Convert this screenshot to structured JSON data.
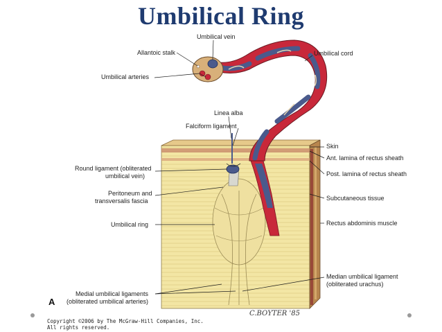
{
  "slide": {
    "title": "Umbilical Ring"
  },
  "figure": {
    "panel_letter": "A",
    "signature": "C.BOYTER '85",
    "copyright_line1": "Copyright ©2006 by The McGraw-Hill Companies, Inc.",
    "copyright_line2": "All rights reserved.",
    "labels": {
      "umbilical_vein": "Umbilical vein",
      "allantoic_stalk": "Allantoic stalk",
      "umbilical_cord": "Umbilical cord",
      "umbilical_arteries": "Umbilical arteries",
      "linea_alba": "Linea alba",
      "falciform_ligament": "Falciform ligament",
      "skin": "Skin",
      "ant_lamina": "Ant. lamina of rectus sheath",
      "round_ligament_1": "Round ligament (obliterated",
      "round_ligament_2": "umbilical vein)",
      "post_lamina": "Post. lamina of rectus sheath",
      "peritoneum_1": "Peritoneum and",
      "peritoneum_2": "transversalis fascia",
      "subcutaneous": "Subcutaneous tissue",
      "umbilical_ring": "Umbilical ring",
      "rectus_abdominis": "Rectus abdominis muscle",
      "median_lig_1": "Median umbilical ligament",
      "median_lig_2": "(obliterated urachus)",
      "medial_lig_1": "Medial umbilical ligaments",
      "medial_lig_2": "(obliterated umbilical arteries)"
    }
  },
  "colors": {
    "title": "#1f3b70",
    "tissue_yellow": "#f3e6a4",
    "artery_red": "#c8283a",
    "vein_blue": "#4a5a8c",
    "muscle_brown": "#7a4a3a"
  }
}
